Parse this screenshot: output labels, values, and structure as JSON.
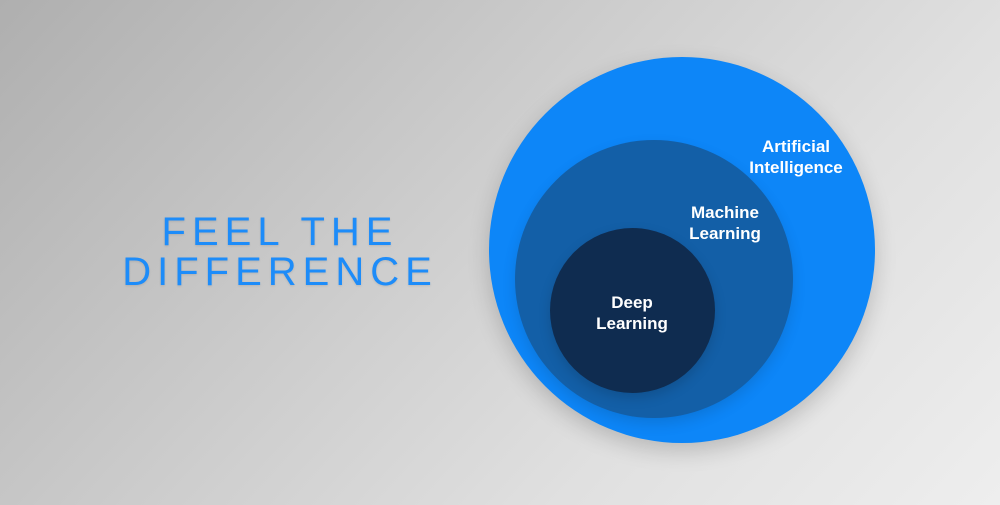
{
  "background": {
    "gradient_start": "#afafaf",
    "gradient_end": "#eeeeee"
  },
  "title": {
    "line1": "FEEL THE",
    "line2": "DIFFERENCE",
    "color": "#1d8cf9"
  },
  "diagram": {
    "type": "nested-circles",
    "rings": [
      {
        "name": "artificial-intelligence",
        "label_line1": "Artificial",
        "label_line2": "Intelligence",
        "color": "#0d86f8",
        "text_color": "#ffffff"
      },
      {
        "name": "machine-learning",
        "label_line1": "Machine",
        "label_line2": "Learning",
        "color": "#135fa7",
        "text_color": "#ffffff"
      },
      {
        "name": "deep-learning",
        "label_line1": "Deep",
        "label_line2": "Learning",
        "color": "#0f2c50",
        "text_color": "#ffffff"
      }
    ]
  }
}
